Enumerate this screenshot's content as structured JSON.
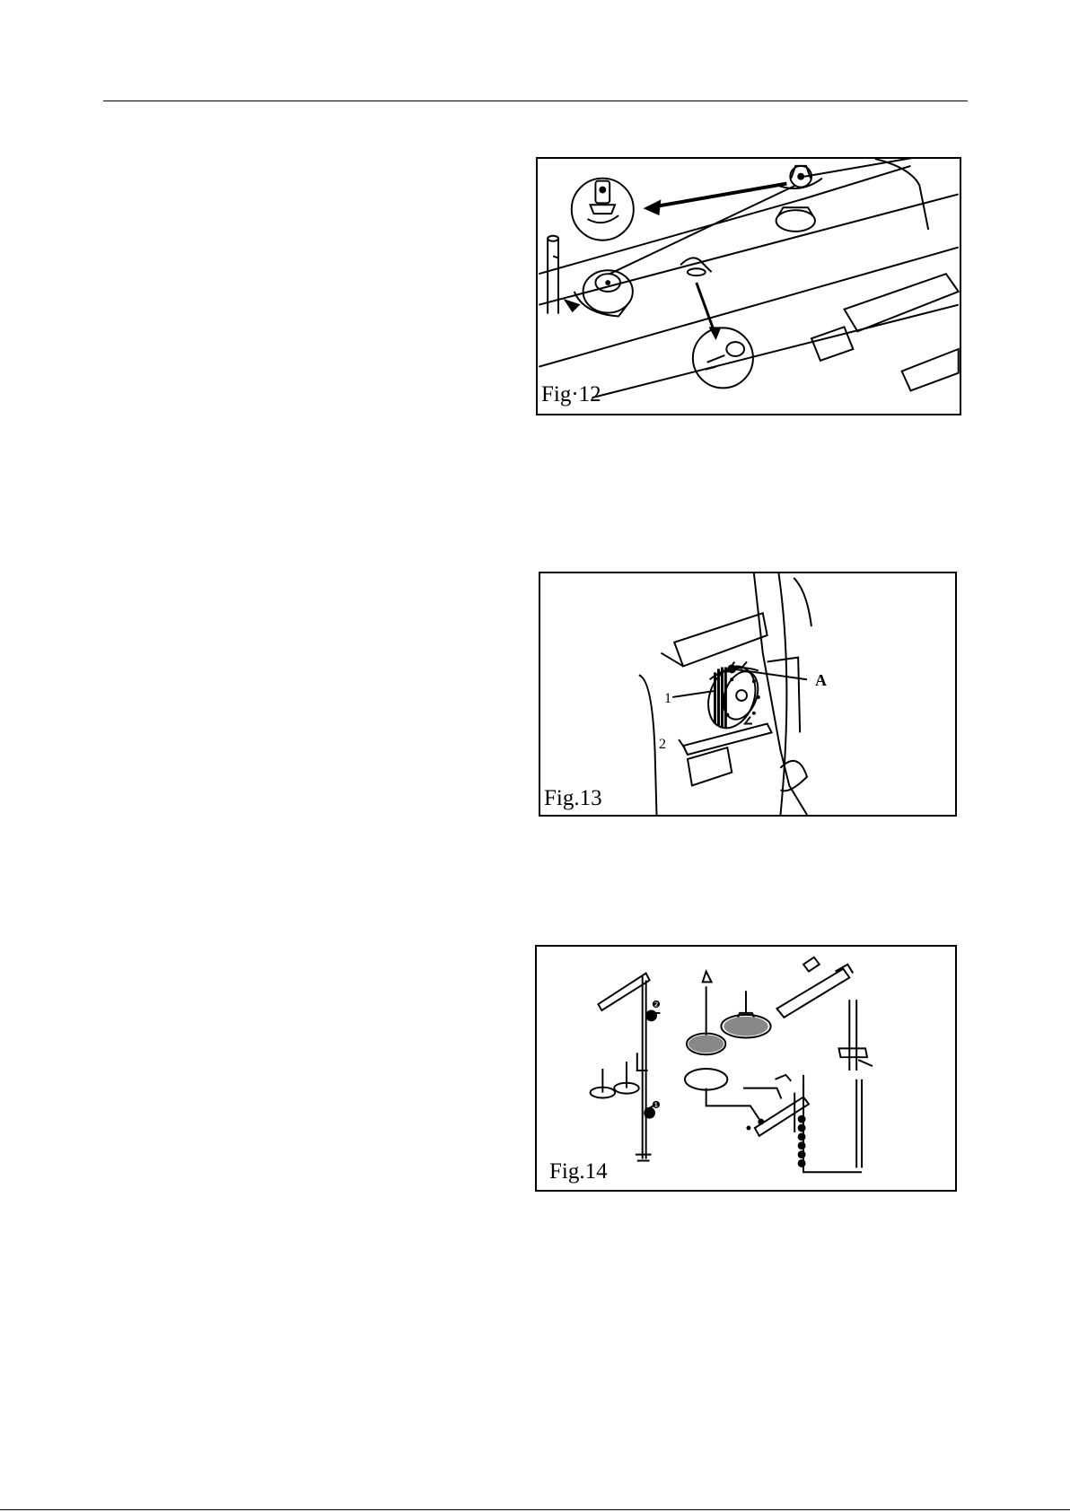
{
  "figures": {
    "fig12": {
      "caption": "Fig·12"
    },
    "fig13": {
      "caption": "Fig.13",
      "labels": {
        "a": "A",
        "one": "1",
        "two": "2"
      }
    },
    "fig14": {
      "caption": "Fig.14",
      "labels": {
        "one": "❶",
        "two": "❷"
      }
    }
  }
}
